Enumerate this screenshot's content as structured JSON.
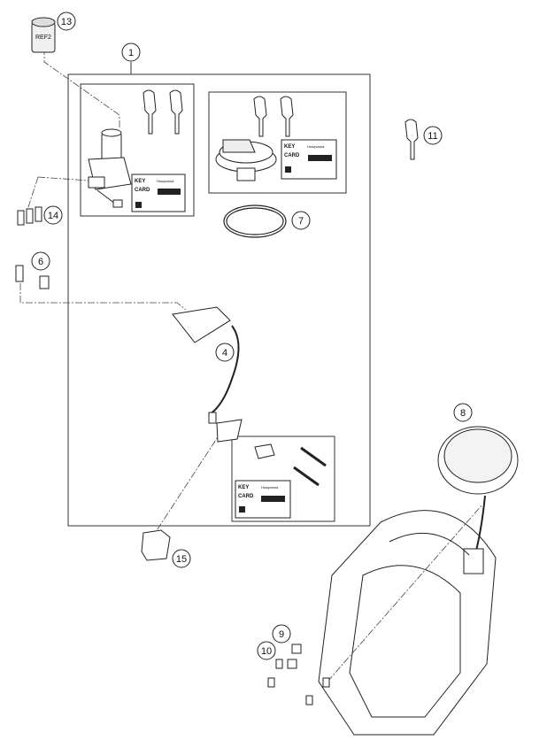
{
  "callouts": {
    "c1": "1",
    "c4": "4",
    "c6": "6",
    "c7": "7",
    "c8": "8",
    "c9": "9",
    "c10": "10",
    "c11": "11",
    "c13": "13",
    "c14": "14",
    "c15": "15"
  },
  "key_card": {
    "title_key": "KEY",
    "title_card": "CARD",
    "brand": "Husqvarna"
  },
  "lock_cylinder_label": "REF2"
}
